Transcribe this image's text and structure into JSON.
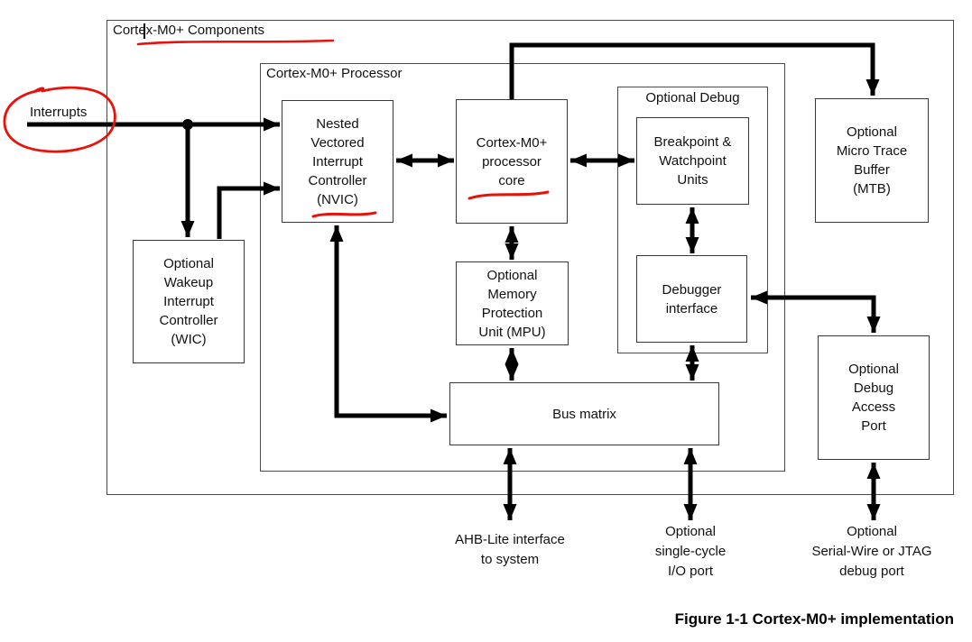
{
  "colors": {
    "annotation_red": "#e8120b",
    "wire_black": "#000000",
    "box_border": "#383838"
  },
  "diagram": {
    "outer_group": "Cortex-M0+ Components",
    "inner_group": "Cortex-M0+ Processor",
    "debug_group": "Optional Debug",
    "interrupts_label": "Interrupts",
    "boxes": {
      "nvic": [
        "Nested",
        "Vectored",
        "Interrupt",
        "Controller",
        "(NVIC)"
      ],
      "wic": [
        "Optional",
        "Wakeup",
        "Interrupt",
        "Controller",
        "(WIC)"
      ],
      "core": [
        "Cortex-M0+",
        "processor",
        "core"
      ],
      "mpu": [
        "Optional",
        "Memory",
        "Protection",
        "Unit (MPU)"
      ],
      "breakpoint": [
        "Breakpoint &",
        "Watchpoint",
        "Units"
      ],
      "debugger": [
        "Debugger",
        "interface"
      ],
      "bus_matrix": [
        "Bus matrix"
      ],
      "mtb": [
        "Optional",
        "Micro Trace",
        "Buffer",
        "(MTB)"
      ],
      "dap": [
        "Optional",
        "Debug",
        "Access",
        "Port"
      ]
    },
    "external_labels": {
      "ahb": [
        "AHB-Lite interface",
        "to system"
      ],
      "io": [
        "Optional",
        "single-cycle",
        "I/O port"
      ],
      "jtag": [
        "Optional",
        "Serial-Wire or JTAG",
        "debug port"
      ]
    },
    "caption": "Figure 1-1 Cortex-M0+ implementation"
  }
}
